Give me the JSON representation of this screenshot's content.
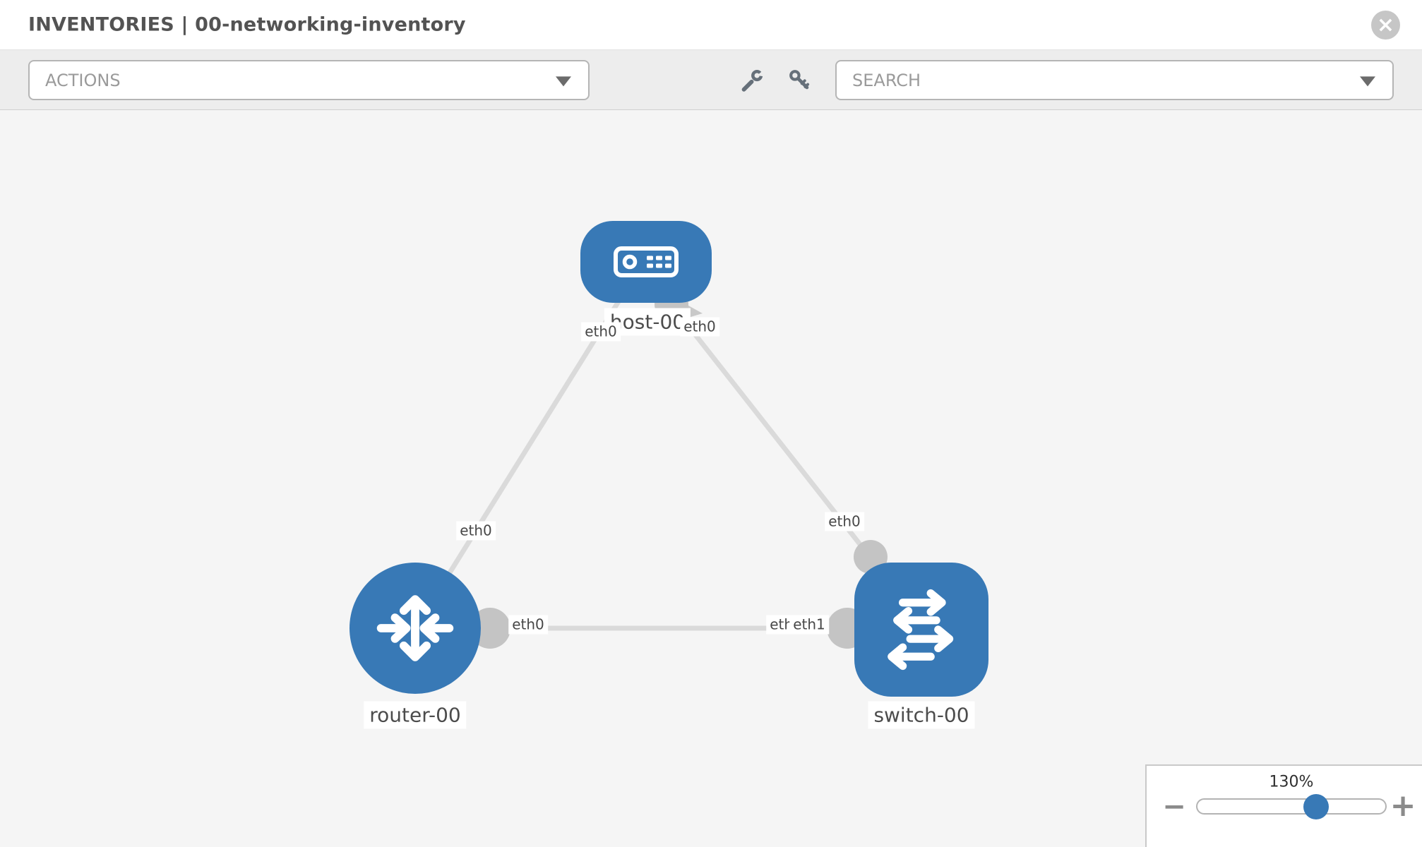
{
  "window": {
    "title": "INVENTORIES | 00-networking-inventory"
  },
  "toolbar": {
    "actions_label": "ACTIONS",
    "search_placeholder": "SEARCH"
  },
  "glyphs": {
    "close": "×",
    "minus": "−",
    "plus": "+"
  },
  "colors": {
    "node_blue": "#3879b6",
    "link_gray": "#dadada",
    "dot_gray": "#c4c4c4",
    "toolbar_bg": "#ededed",
    "canvas_bg": "#f5f5f5"
  },
  "diagram": {
    "nodes": [
      {
        "id": "host-00",
        "type": "host",
        "label": "host-00"
      },
      {
        "id": "router-00",
        "type": "router",
        "label": "router-00"
      },
      {
        "id": "switch-00",
        "type": "switch",
        "label": "switch-00"
      }
    ],
    "node_labels": {
      "host": "host-00",
      "router": "router-00",
      "switch": "switch-00"
    },
    "links": [
      {
        "from": "host-00",
        "from_iface": "eth0",
        "to": "router-00",
        "to_iface": "eth0"
      },
      {
        "from": "host-00",
        "from_iface": "eth0",
        "to": "switch-00",
        "to_iface": "eth0"
      },
      {
        "from": "router-00",
        "from_iface": "eth0",
        "to": "switch-00",
        "to_iface": "eth1"
      }
    ],
    "iface_labels": {
      "l1_host": "eth0",
      "l1_router": "eth0",
      "l2_host": "eth0",
      "l2_switch": "eth0",
      "l3_router": "eth0",
      "l3_switch_under": "eth0",
      "l3_switch_over": "eth1"
    }
  },
  "zoom": {
    "value": "130%"
  }
}
